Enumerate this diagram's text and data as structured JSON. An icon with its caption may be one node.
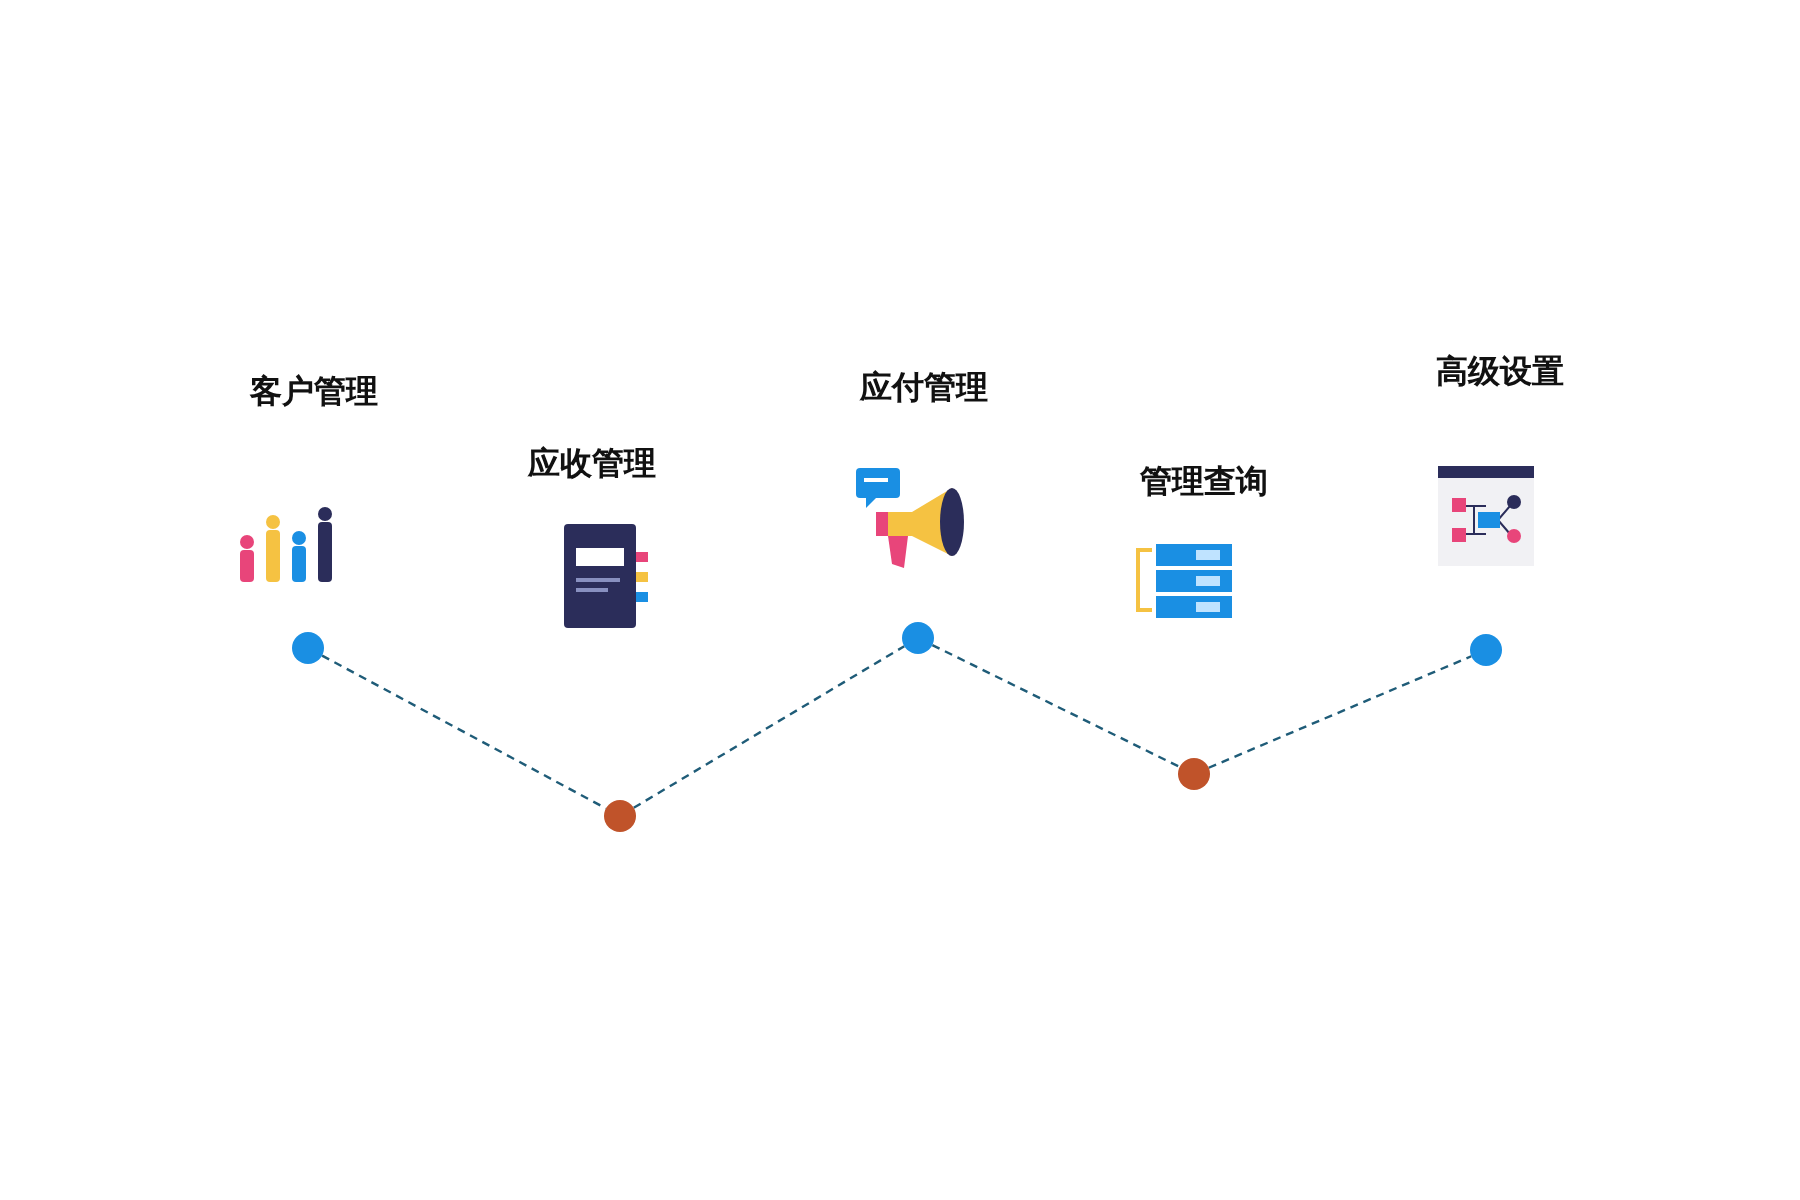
{
  "diagram": {
    "nodes": [
      {
        "text": [],
        "shape": "circle"
      },
      {
        "text": [],
        "shape": "circle"
      },
      {
        "text": [],
        "shape": "circle"
      },
      {
        "text": [],
        "shape": "circle"
      },
      {
        "text": [],
        "shape": "circle"
      }
    ],
    "labels": [
      "客户管理",
      "应收管理",
      "应付管理",
      "管理查询",
      "高级设置"
    ],
    "edges": [
      {
        "from": 0,
        "to": 1,
        "arrow": "none",
        "style": "dashed"
      },
      {
        "from": 1,
        "to": 2,
        "arrow": "none",
        "style": "dashed"
      },
      {
        "from": 2,
        "to": 3,
        "arrow": "none",
        "style": "dashed"
      },
      {
        "from": 3,
        "to": 4,
        "arrow": "none",
        "style": "dashed"
      }
    ]
  }
}
